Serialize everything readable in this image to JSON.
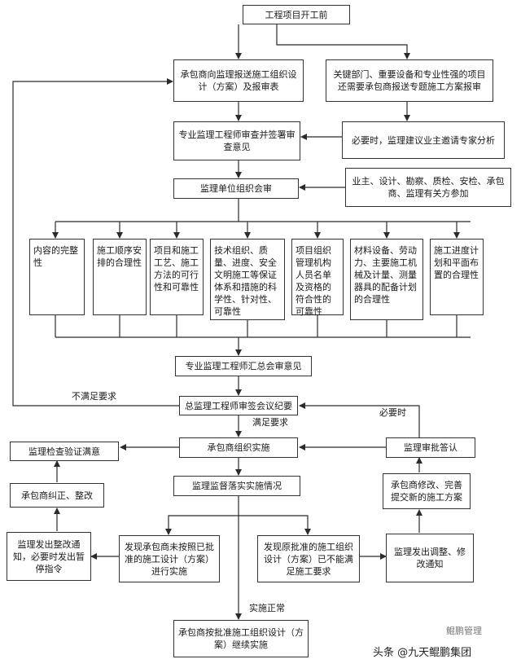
{
  "nodes": {
    "start": "工程项目开工前",
    "submit": "承包商向监理报送施工组织设计（方案）及报审表",
    "special": "关键部门、重要设备和专业性强的项目还需要承包商报送专题施工方案报审",
    "review": "专业监理工程师审查并签署审查意见",
    "expert": "必要时，监理建议业主邀请专家分析",
    "meeting": "监理单位组织会审",
    "parties": "业主、设计、勘察、质检、安检、承包商、监理有关方参加",
    "c1": "内容的完整性",
    "c2": "施工顺序安排的合理性",
    "c3": "项目和施工工艺、施工方法的可行性和可靠性",
    "c4": "技术组织、质量、进度、安全文明施工等保证体系和措施的科学性、针对性、可靠性",
    "c5": "项目组织管理机构人员名单及资格的符合性的可靠性",
    "c6": "材料设备、劳动力、主要施工机械及计量、测量器具的配备计划的合理性",
    "c7": "施工进度计划和平面布置的合理性",
    "summary": "专业监理工程师汇总会审意见",
    "chief": "总监理工程师审签会议纪要",
    "implement": "承包商组织实施",
    "approve": "监理审批答认",
    "verify": "监理检查验证满意",
    "correct": "承包商纠正、整改",
    "supervise": "监理监督落实实施情况",
    "revise": "承包商修改、完善提交新的施工方案",
    "stop": "监理发出整改通知，必要时发出暂停指令",
    "deviate": "发现承包商未按照已批准的施工设计（方案）进行实施",
    "unfit": "发现原批准的施工组织设计（方案）已不能满足施工要求",
    "adjust": "监理发出调整、修改通知",
    "continue": "承包商按批准施工组织设计（方案）继续实施"
  },
  "edge_labels": {
    "not_met": "不满足要求",
    "met": "满足要求",
    "when_needed": "必要时",
    "normal": "实施正常"
  },
  "watermark": {
    "text": "头条 @九天鲲鹏集团",
    "corner": "鲲鹏管理"
  },
  "colors": {
    "line": "#2b2b2b",
    "border": "#333333",
    "text": "#1a1a1a"
  }
}
